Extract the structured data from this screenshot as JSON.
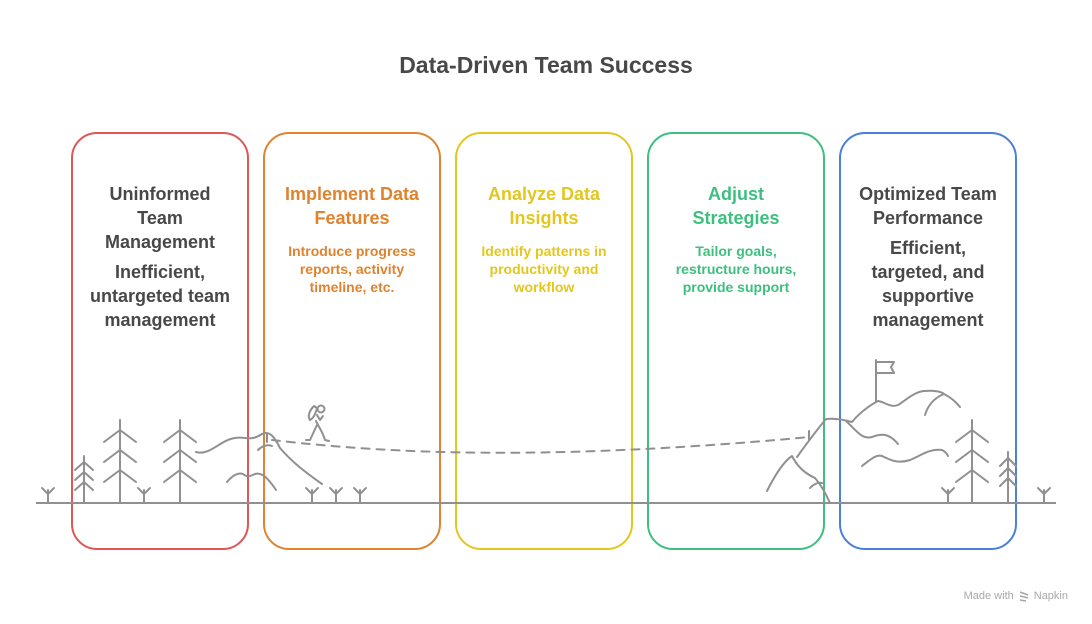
{
  "title": "Data-Driven Team Success",
  "cards": [
    {
      "heading": "Uninformed Team Management",
      "description": "Inefficient, untargeted team management",
      "color": "#e05555",
      "text_color": "#484848"
    },
    {
      "heading": "Implement Data Features",
      "description": "Introduce progress reports, activity timeline, etc.",
      "color": "#e0832e",
      "text_color": "#e0832e"
    },
    {
      "heading": "Analyze Data Insights",
      "description": "Identify patterns in productivity and workflow",
      "color": "#e3c71f",
      "text_color": "#e3c71f"
    },
    {
      "heading": "Adjust Strategies",
      "description": "Tailor goals, restructure hours, provide support",
      "color": "#3dbf7f",
      "text_color": "#3dbf7f"
    },
    {
      "heading": "Optimized Team Performance",
      "description": "Efficient, targeted, and supportive management",
      "color": "#4a7fdb",
      "text_color": "#484848"
    }
  ],
  "footer": {
    "made_with": "Made with",
    "brand": "Napkin"
  }
}
